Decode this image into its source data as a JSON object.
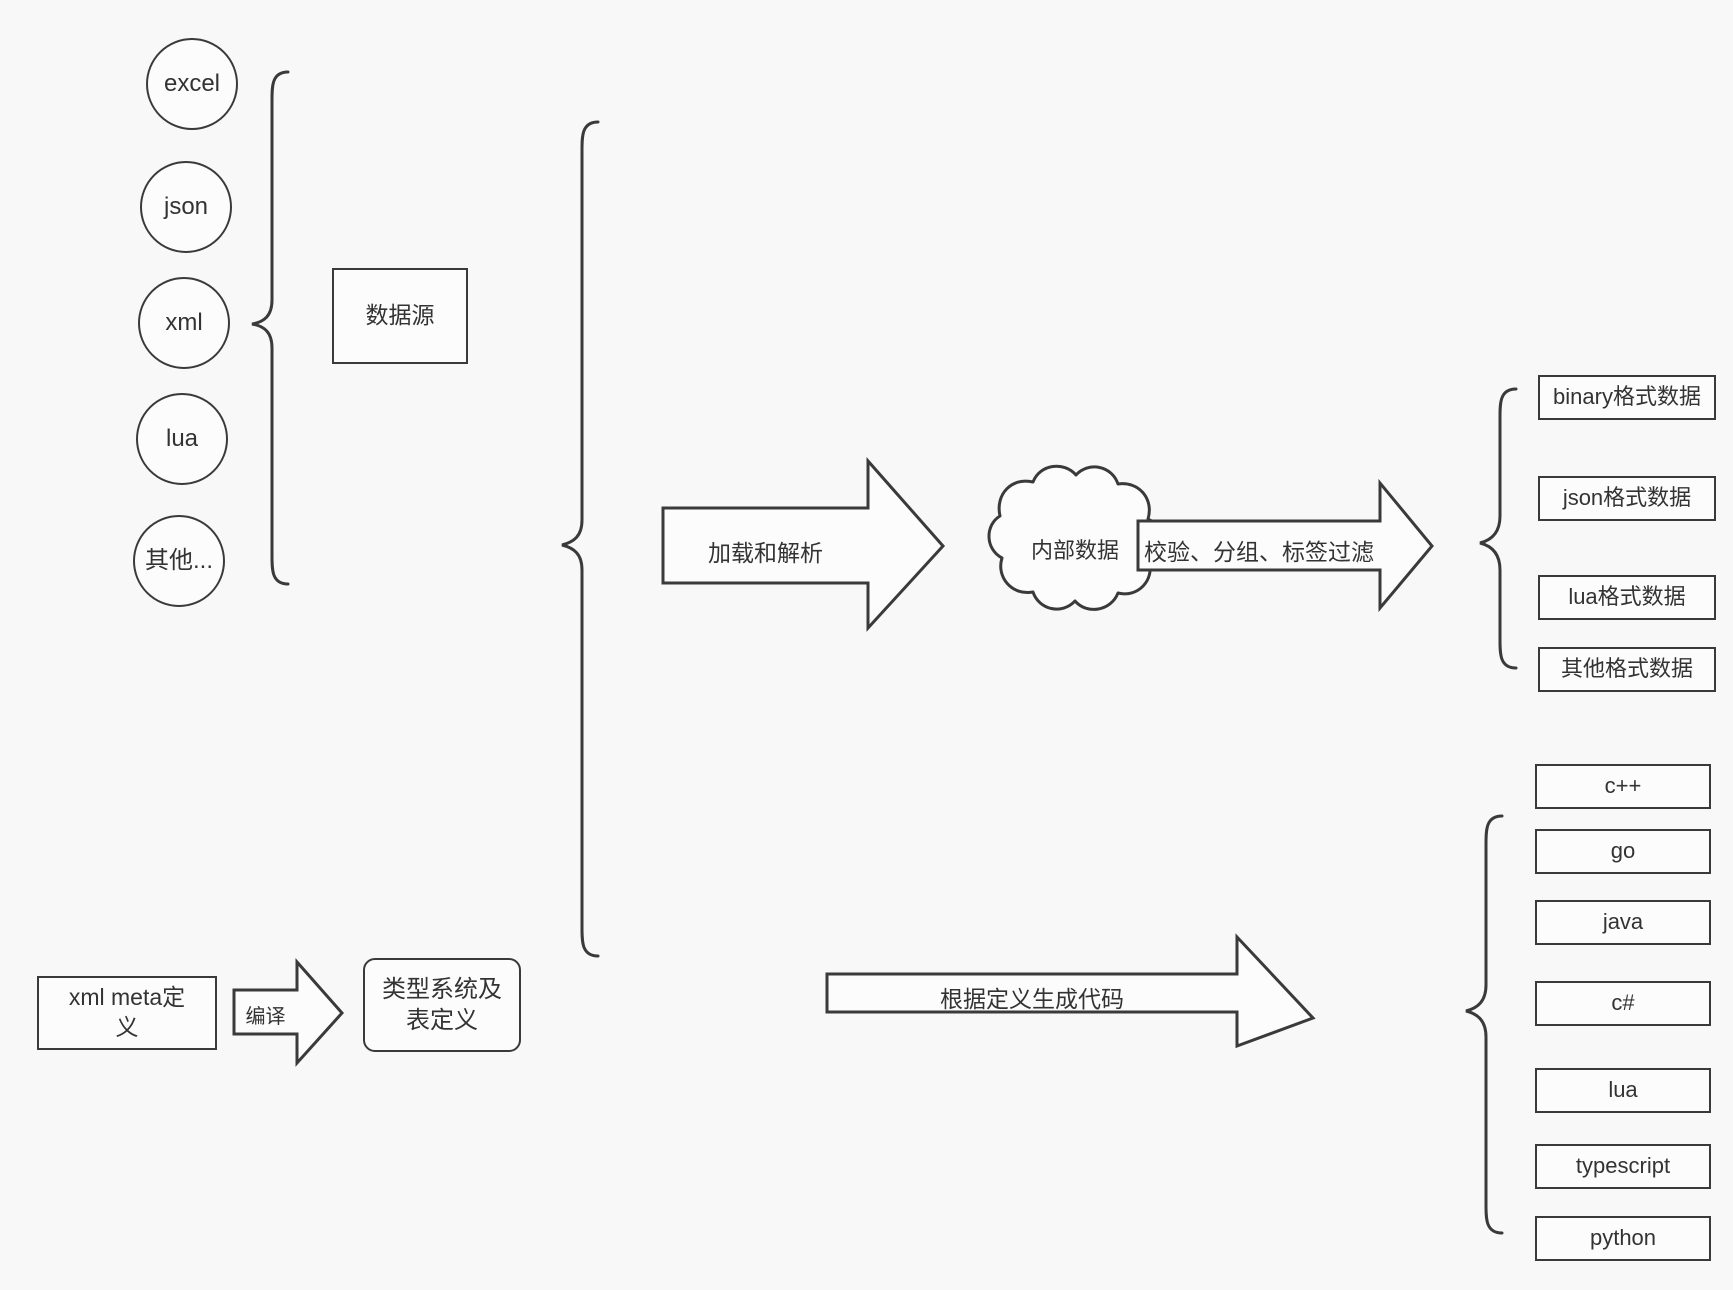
{
  "diagram": {
    "title": "data pipeline and code generation flow",
    "colors": {
      "background": "#f8f8f8",
      "stroke": "#3a3a3a",
      "fill": "#fcfcfc",
      "text": "#333333"
    }
  },
  "sources": {
    "items": [
      {
        "label": "excel"
      },
      {
        "label": "json"
      },
      {
        "label": "xml"
      },
      {
        "label": "lua"
      },
      {
        "label": "其他..."
      }
    ],
    "group_label": "数据源"
  },
  "meta": {
    "input_label": "xml meta定义",
    "compile_arrow_label": "编译",
    "output_label": "类型系统及表定义"
  },
  "pipeline": {
    "load_arrow_label": "加载和解析",
    "cloud_label": "内部数据",
    "filter_arrow_label": "校验、分组、标签过滤",
    "codegen_arrow_label": "根据定义生成代码"
  },
  "outputs": {
    "data_formats": [
      {
        "label": "binary格式数据"
      },
      {
        "label": "json格式数据"
      },
      {
        "label": "lua格式数据"
      },
      {
        "label": "其他格式数据"
      }
    ],
    "languages": [
      {
        "label": "c++"
      },
      {
        "label": "go"
      },
      {
        "label": "java"
      },
      {
        "label": "c#"
      },
      {
        "label": "lua"
      },
      {
        "label": "typescript"
      },
      {
        "label": "python"
      }
    ]
  }
}
